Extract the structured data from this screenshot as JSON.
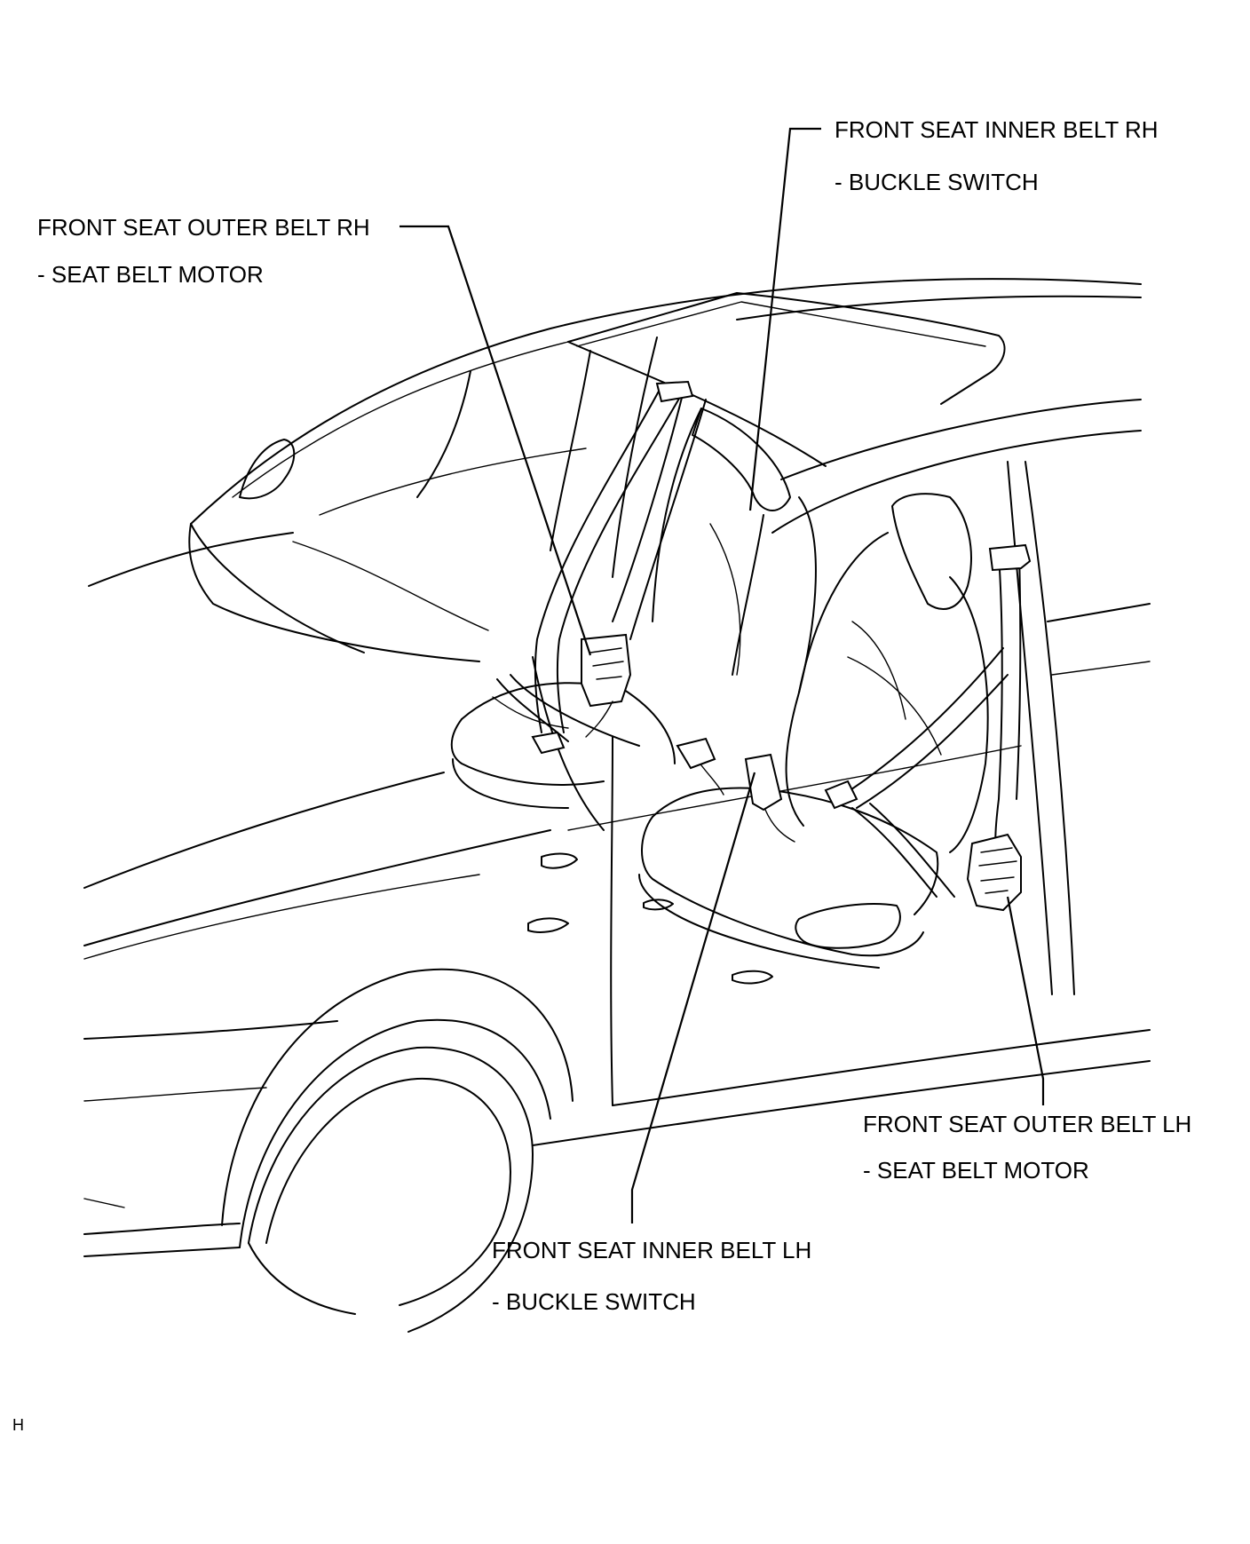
{
  "labels": {
    "inner_rh": {
      "line1": "FRONT SEAT INNER BELT RH",
      "line2": "- BUCKLE SWITCH"
    },
    "outer_rh": {
      "line1": "FRONT SEAT OUTER BELT RH",
      "line2": "- SEAT BELT MOTOR"
    },
    "outer_lh": {
      "line1": "FRONT SEAT OUTER BELT LH",
      "line2": "- SEAT BELT MOTOR"
    },
    "inner_lh": {
      "line1": "FRONT SEAT INNER BELT LH",
      "line2": "- BUCKLE SWITCH"
    }
  },
  "figure_code": "H"
}
